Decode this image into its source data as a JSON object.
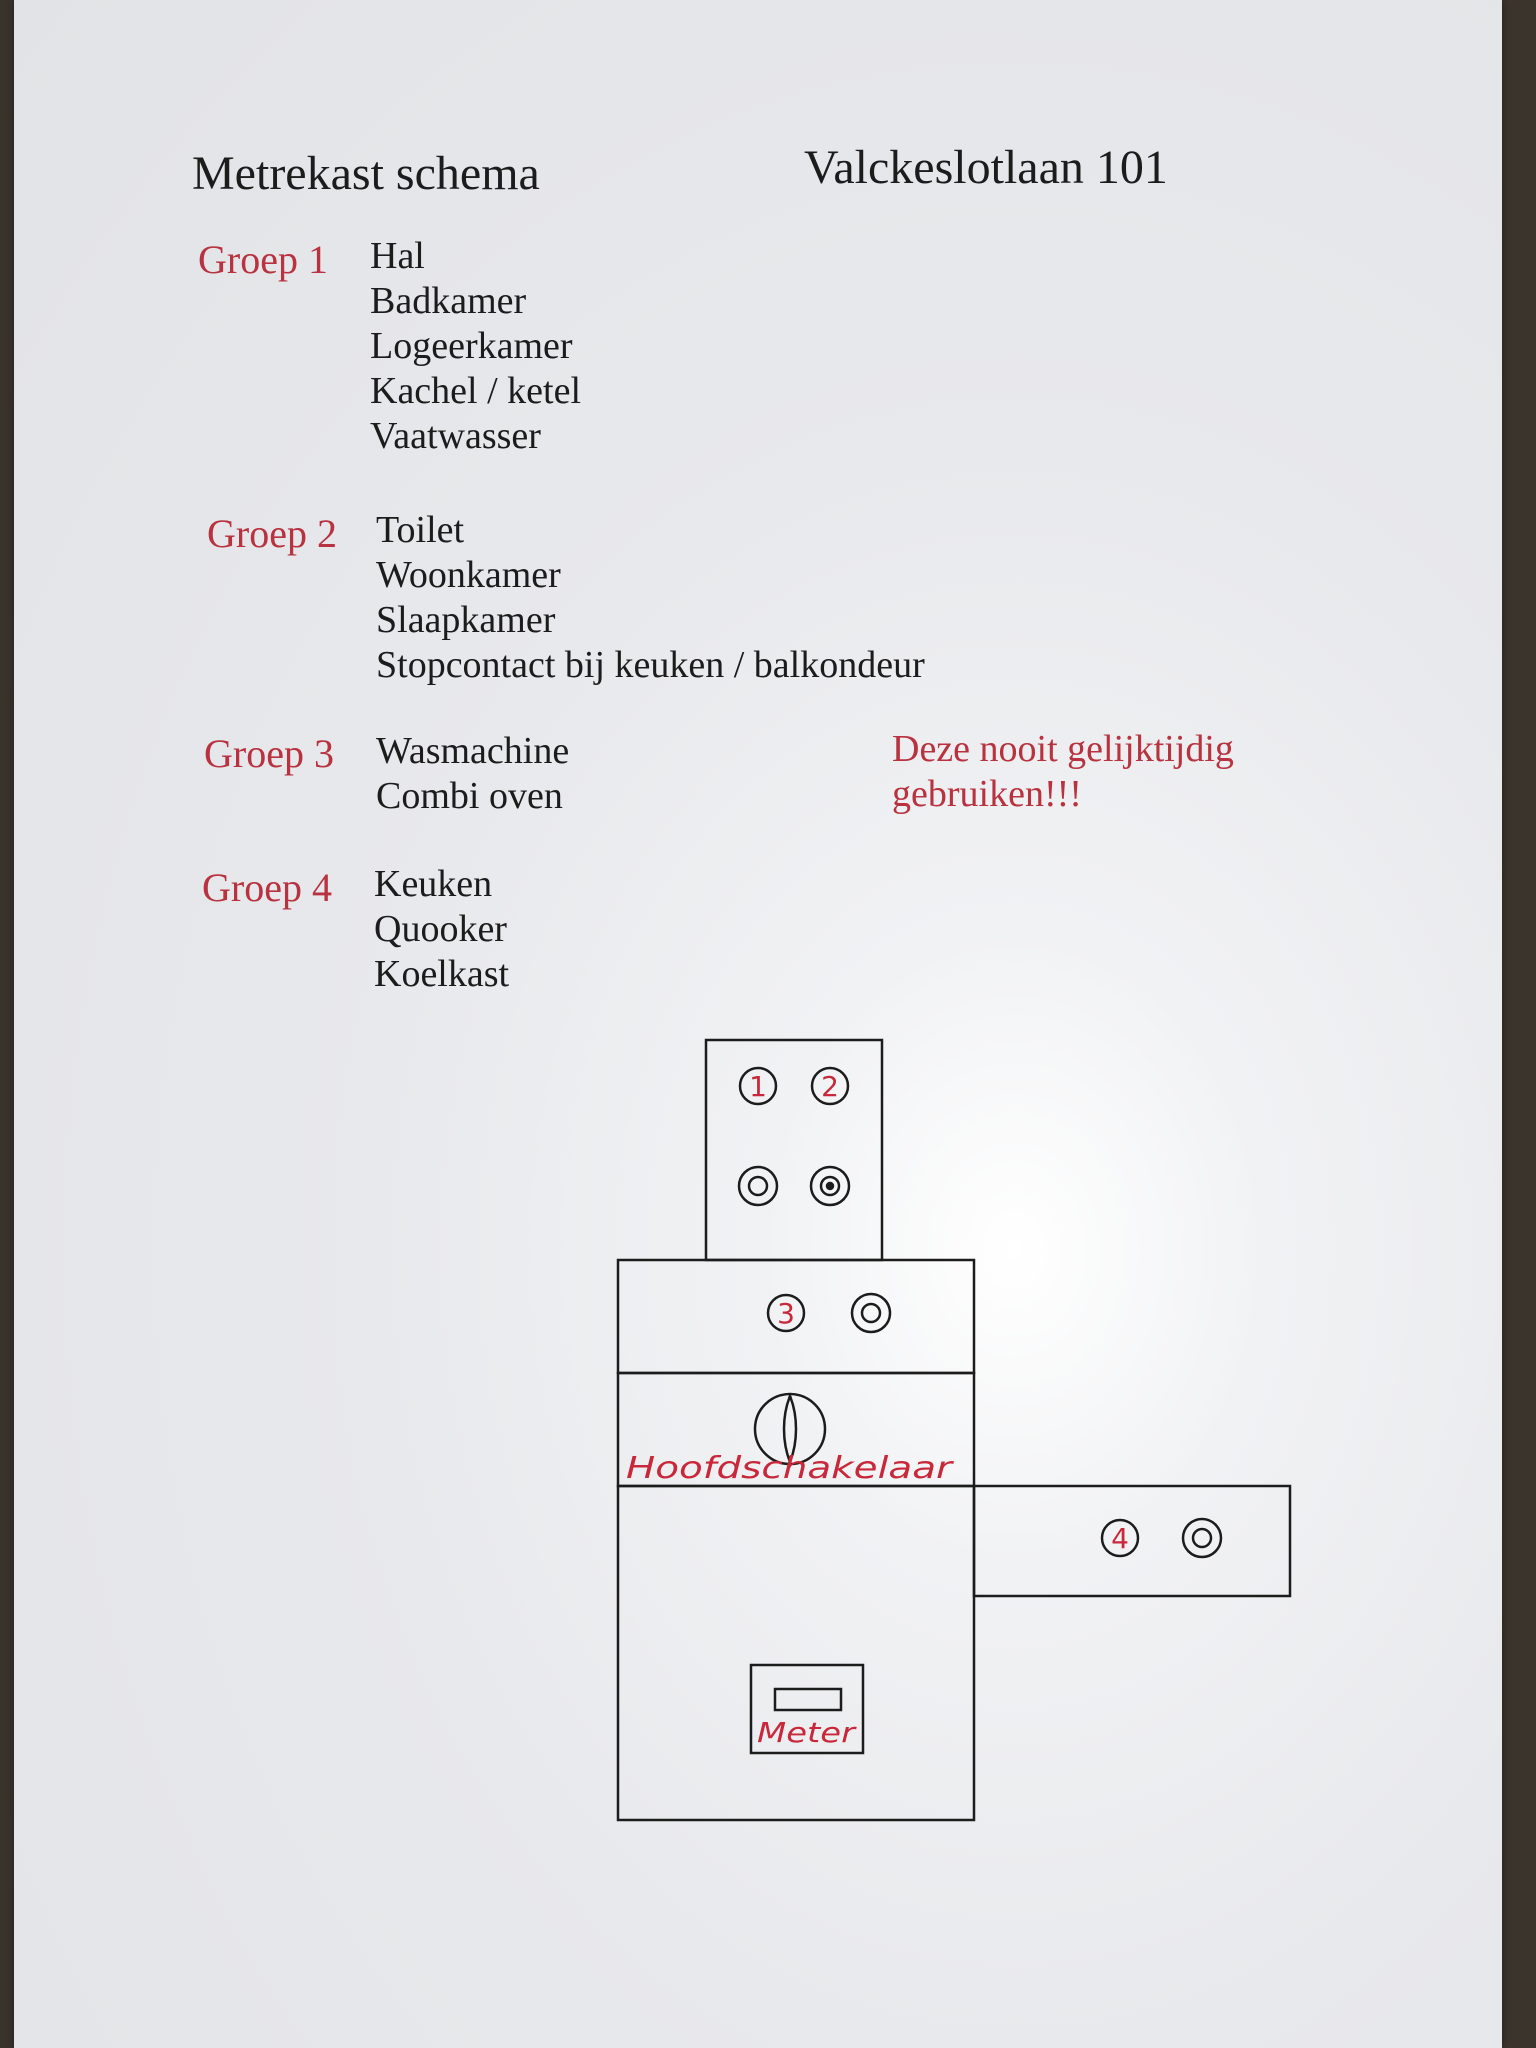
{
  "header": {
    "title": "Metrekast schema",
    "address": "Valckeslotlaan 101"
  },
  "groups": [
    {
      "label": "Groep 1",
      "items": [
        "Hal",
        "Badkamer",
        "Logeerkamer",
        "Kachel / ketel",
        "Vaatwasser"
      ]
    },
    {
      "label": "Groep 2",
      "items": [
        "Toilet",
        "Woonkamer",
        "Slaapkamer",
        "Stopcontact bij keuken / balkondeur"
      ]
    },
    {
      "label": "Groep 3",
      "items": [
        "Wasmachine",
        "Combi oven"
      ]
    },
    {
      "label": "Groep 4",
      "items": [
        "Keuken",
        "Quooker",
        "Koelkast"
      ]
    }
  ],
  "warning": {
    "line1": "Deze nooit gelijktijdig",
    "line2": "gebruiken!!!"
  },
  "diagram": {
    "breaker_1": "1",
    "breaker_2": "2",
    "breaker_3": "3",
    "breaker_4": "4",
    "main_switch_label": "Hoofdschakelaar",
    "meter_label": "Meter"
  },
  "colors": {
    "ink": "#1c1c1c",
    "annotation_red": "#b8323f",
    "paper": "#ecedf0"
  }
}
